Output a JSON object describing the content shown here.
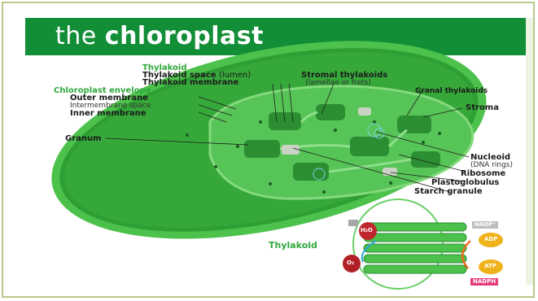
{
  "title": {
    "light": "the ",
    "bold": "chloroplast"
  },
  "labels": {
    "thylakoid_header": "Thylakoid",
    "thylakoid_space": "Thylakoid space",
    "lumen": "(lumen)",
    "thylakoid_membrane": "Thylakoid membrane",
    "stromal_thylakoids": "Stromal thylakoids",
    "lamellae": "(lamellae or frets)",
    "granal_thylakoids": "Granal thylakoids",
    "chloroplast_envelope": "Chloroplast envelope",
    "outer_membrane": "Outer membrane",
    "intermembrane_space": "Intermembrane space",
    "inner_membrane": "Inner membrane",
    "stroma": "Stroma",
    "granum": "Granum",
    "nucleoid": "Nucleoid",
    "dna_rings": "(DNA rings)",
    "ribosome": "Ribosome",
    "plastoglobulus": "Plastoglobulus",
    "starch_granule": "Starch granule",
    "thylakoid_inset": "Thylakoid"
  },
  "inset": {
    "h2o": "H₂O",
    "o2": "O₂",
    "nadp": "NADP⁺",
    "adp": "ADP",
    "atp": "ATP",
    "nadph": "NADPH"
  },
  "colors": {
    "banner": "#128e37",
    "stroma": "#3fae3f",
    "envelope": "#5cc95a",
    "grana": "#2e9a3a",
    "label_green": "#2ea83b",
    "nadph": "#e63b7a",
    "atp": "#f0b21a",
    "water": "#c0262d"
  }
}
